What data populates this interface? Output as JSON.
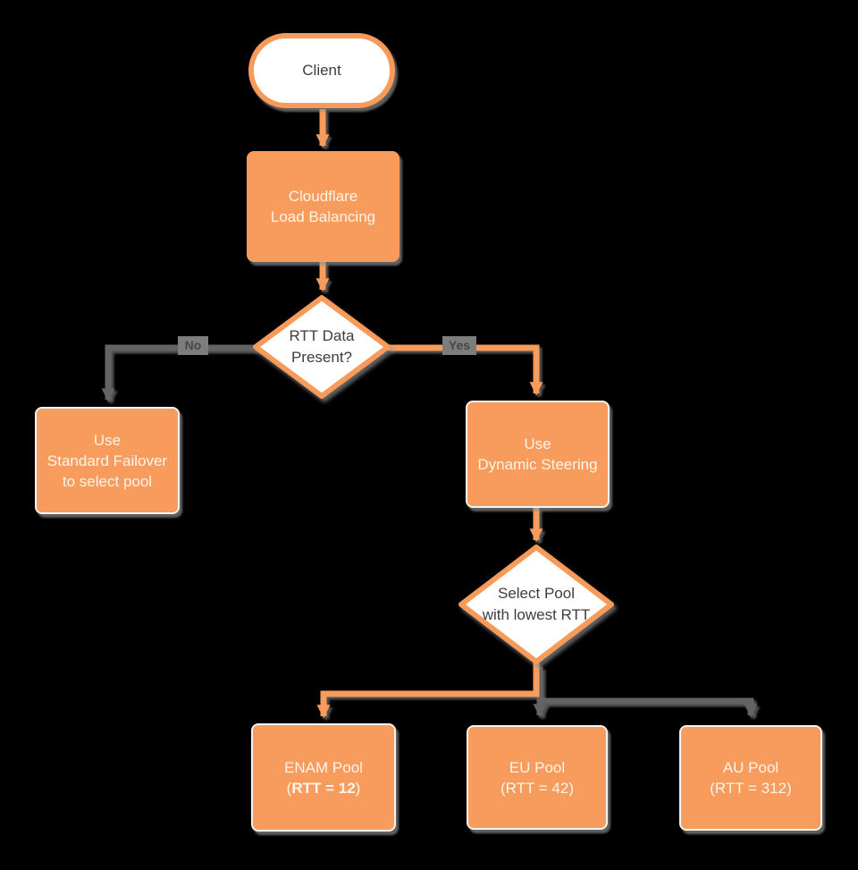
{
  "diagram": {
    "description": "Cloudflare Load Balancing dynamic steering flowchart",
    "colors": {
      "accent_orange": "#f89c5d",
      "connector_gray": "#636363",
      "shape_white": "#ffffff",
      "text_on_orange": "#fdf4ea",
      "text_dark": "#3d3d3d",
      "background": "#000000",
      "shadow_gray": "#949494"
    }
  },
  "nodes": {
    "client": {
      "label": "Client"
    },
    "load_balancing": {
      "line1": "Cloudflare",
      "line2": "Load Balancing"
    },
    "rtt_decision": {
      "line1": "RTT Data",
      "line2": "Present?"
    },
    "standard_failover": {
      "line1": "Use",
      "line2": "Standard Failover",
      "line3": "to select pool"
    },
    "dynamic_steering": {
      "line1": "Use",
      "line2": "Dynamic Steering"
    },
    "select_pool": {
      "line1": "Select Pool",
      "line2": "with lowest RTT"
    },
    "enam_pool": {
      "line1": "ENAM Pool",
      "line2_prefix": "(",
      "line2_bold": "RTT = 12",
      "line2_suffix": ")"
    },
    "eu_pool": {
      "line1": "EU Pool",
      "line2": "(RTT = 42)"
    },
    "au_pool": {
      "line1": "AU Pool",
      "line2": "(RTT = 312)"
    }
  },
  "edges": {
    "no_label": "No",
    "yes_label": "Yes"
  }
}
